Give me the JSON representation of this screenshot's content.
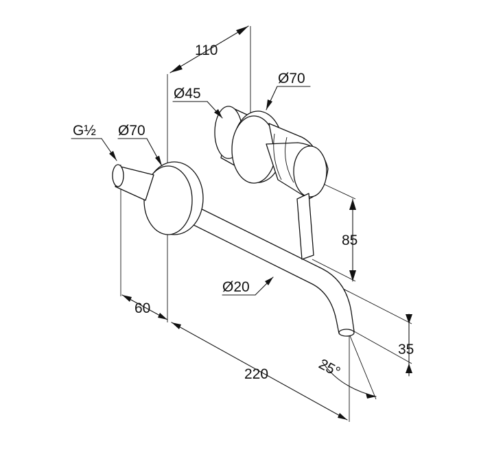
{
  "dimensions": {
    "d110": "110",
    "d45": "Ø45",
    "d70_handle": "Ø70",
    "thread": "G½",
    "d70_spout": "Ø70",
    "d85": "85",
    "d20": "Ø20",
    "d60": "60",
    "d35": "35",
    "d220": "220",
    "angle": "25°"
  }
}
